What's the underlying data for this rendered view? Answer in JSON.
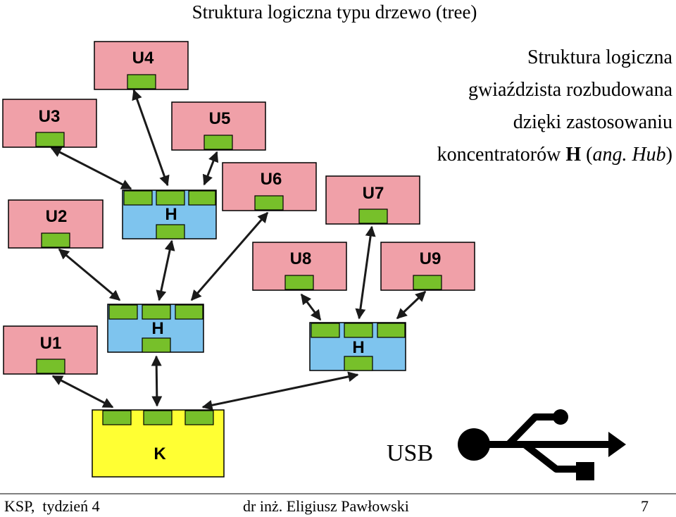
{
  "title": "Struktura logiczna typu drzewo (tree)",
  "description": {
    "line1": "Struktura logiczna",
    "line2": "gwiaździsta rozbudowana",
    "line3": "dzięki zastosowaniu",
    "line4_pre": "koncentratorów ",
    "line4_bold": "H",
    "line4_paren_open": " (",
    "line4_italic1": "ang. Hub",
    "line4_paren_close": ")"
  },
  "nodes": {
    "u1": "U1",
    "u2": "U2",
    "u3": "U3",
    "u4": "U4",
    "u5": "U5",
    "u6": "U6",
    "u7": "U7",
    "u8": "U8",
    "u9": "U9",
    "hub_top": "H",
    "hub_mid": "H",
    "hub_right": "H",
    "root": "K"
  },
  "usb": {
    "label": "USB",
    "icon": "usb-trident-icon"
  },
  "footer": {
    "left": "KSP,  tydzień 4",
    "center": "dr inż. Eligiusz Pawłowski",
    "page": "7"
  },
  "colors": {
    "user": "#f0a0a8",
    "hub": "#7ec4ee",
    "root": "#ffff33",
    "port": "#77c02a"
  }
}
